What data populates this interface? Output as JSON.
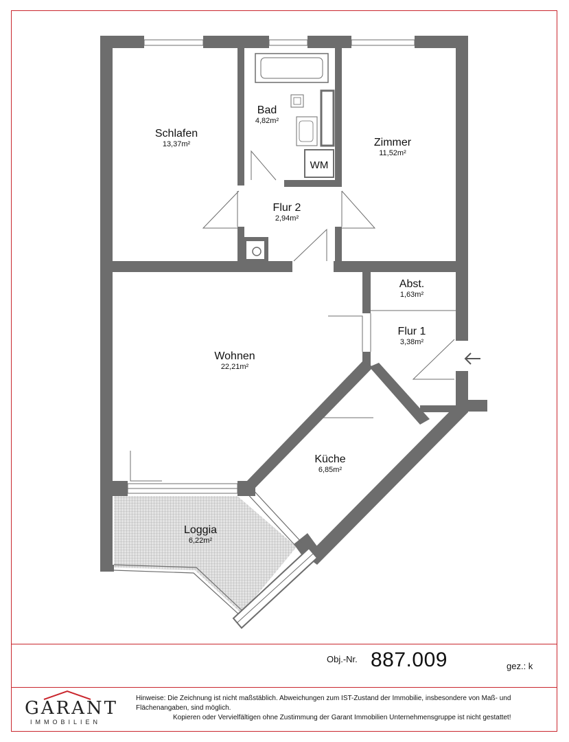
{
  "rooms": {
    "schlafen": {
      "name": "Schlafen",
      "area": "13,37m²"
    },
    "bad": {
      "name": "Bad",
      "area": "4,82m²"
    },
    "zimmer": {
      "name": "Zimmer",
      "area": "11,52m²"
    },
    "flur2": {
      "name": "Flur 2",
      "area": "2,94m²"
    },
    "abst": {
      "name": "Abst.",
      "area": "1,63m²"
    },
    "flur1": {
      "name": "Flur 1",
      "area": "3,38m²"
    },
    "wohnen": {
      "name": "Wohnen",
      "area": "22,21m²"
    },
    "kueche": {
      "name": "Küche",
      "area": "6,85m²"
    },
    "loggia": {
      "name": "Loggia",
      "area": "6,22m²"
    }
  },
  "fixtures": {
    "wm": "WM"
  },
  "footer": {
    "obj_label": "Obj.-Nr.",
    "obj_number": "887.009",
    "drawn_by": "gez.: k",
    "logo_main": "GARANT",
    "logo_sub": "IMMOBILIEN",
    "notes_label": "Hinweise:",
    "notes_line1": "Die Zeichnung ist nicht maßstäblich. Abweichungen zum IST-Zustand der Immobilie, insbesondere von Maß- und Flächenangaben, sind möglich.",
    "notes_line2": "Kopieren oder Vervielfältigen ohne Zustimmung der Garant Immobilien Unternehmensgruppe ist nicht gestattet!"
  },
  "colors": {
    "wall": "#6d6d6d",
    "frame": "#c9252c",
    "loggia_fill": "#d9d9d9"
  }
}
